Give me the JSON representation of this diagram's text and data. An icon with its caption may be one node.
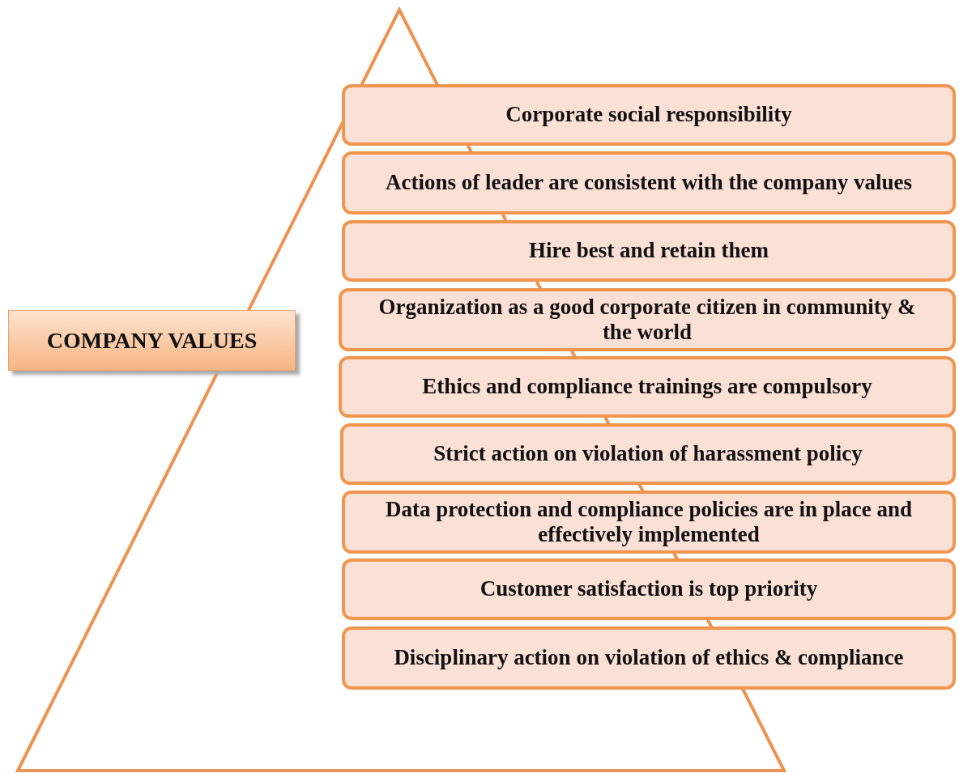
{
  "diagram": {
    "nodes": [
      {
        "text": [
          "COMPANY VALUES"
        ]
      },
      {
        "text": [
          "Corporate social responsibility"
        ]
      },
      {
        "text": [
          "Actions of leader are consistent with the company values"
        ]
      },
      {
        "text": [
          "Hire best and retain them"
        ]
      },
      {
        "text": [
          "Organization as a good corporate citizen in community & the world"
        ]
      },
      {
        "text": [
          "Ethics and compliance trainings are compulsory"
        ]
      },
      {
        "text": [
          "Strict action on violation of harassment policy"
        ]
      },
      {
        "text": [
          "Data protection and compliance policies are in place and effectively implemented"
        ]
      },
      {
        "text": [
          "Customer satisfaction is top priority"
        ]
      },
      {
        "text": [
          "Disciplinary action on violation of ethics & compliance"
        ]
      }
    ],
    "edges": []
  }
}
